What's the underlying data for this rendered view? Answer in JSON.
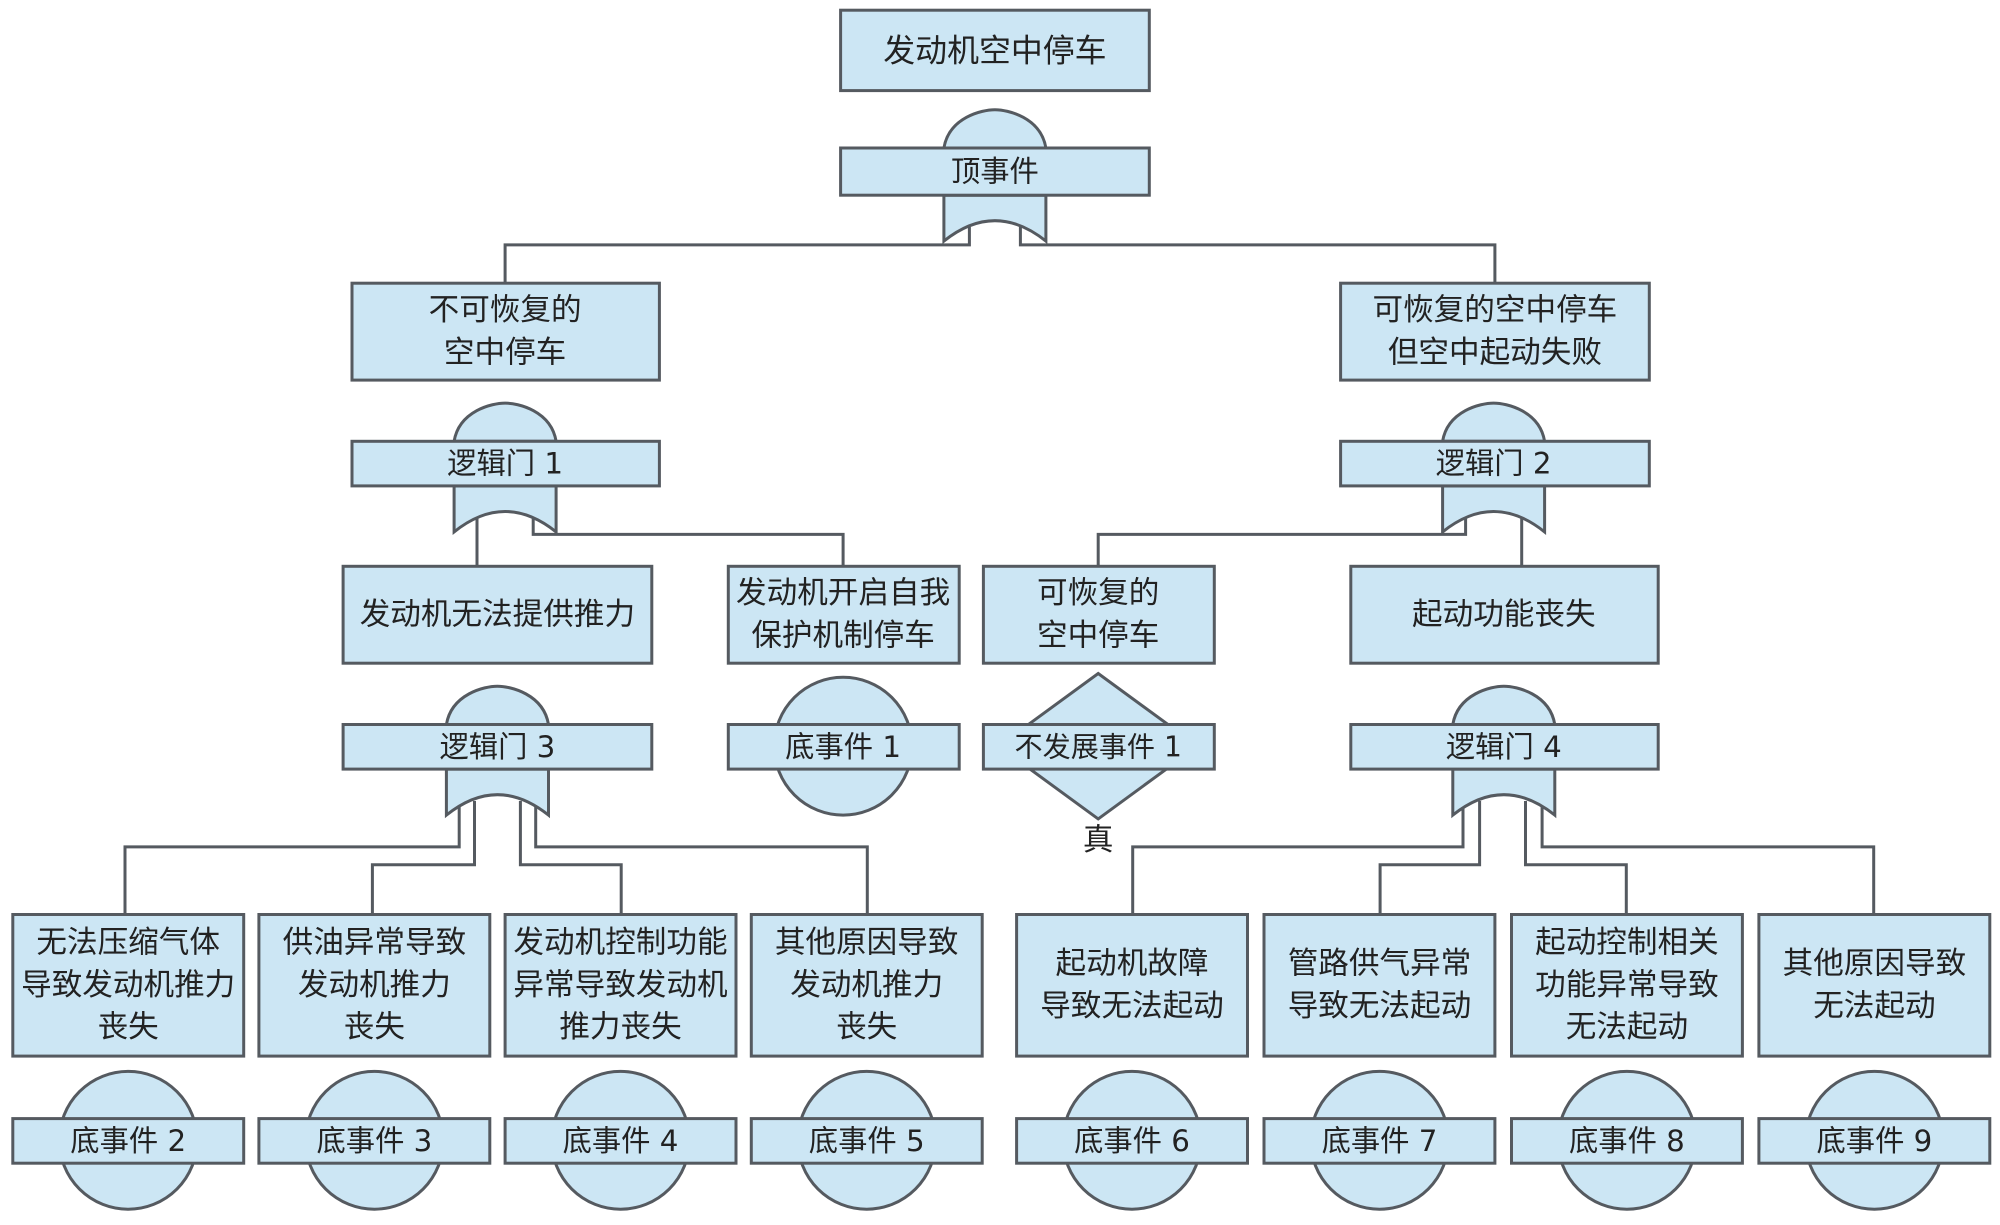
{
  "colors": {
    "fill": "#cce6f4",
    "stroke": "#555a60",
    "text": "#222222"
  },
  "top_event": {
    "label": "发动机空中停车",
    "gate_label": "顶事件"
  },
  "branch_left": {
    "lines": [
      "不可恢复的",
      "空中停车"
    ],
    "gate_label": "逻辑门 1"
  },
  "branch_right": {
    "lines": [
      "可恢复的空中停车",
      "但空中起动失败"
    ],
    "gate_label": "逻辑门 2"
  },
  "mid_events": [
    {
      "lines": [
        "发动机无法提供推力"
      ],
      "gate_label": "逻辑门 3"
    },
    {
      "lines": [
        "发动机开启自我",
        "保护机制停车"
      ],
      "basic_label": "底事件 1"
    },
    {
      "lines": [
        "可恢复的",
        "空中停车"
      ],
      "undeveloped_label": "不发展事件 1",
      "result_label": "真"
    },
    {
      "lines": [
        "起动功能丧失"
      ],
      "gate_label": "逻辑门 4"
    }
  ],
  "leaf_events": [
    {
      "lines": [
        "无法压缩气体",
        "导致发动机推力",
        "丧失"
      ],
      "basic_label": "底事件 2"
    },
    {
      "lines": [
        "供油异常导致",
        "发动机推力",
        "丧失"
      ],
      "basic_label": "底事件 3"
    },
    {
      "lines": [
        "发动机控制功能",
        "异常导致发动机",
        "推力丧失"
      ],
      "basic_label": "底事件 4"
    },
    {
      "lines": [
        "其他原因导致",
        "发动机推力",
        "丧失"
      ],
      "basic_label": "底事件 5"
    },
    {
      "lines": [
        "起动机故障",
        "导致无法起动"
      ],
      "basic_label": "底事件 6"
    },
    {
      "lines": [
        "管路供气异常",
        "导致无法起动"
      ],
      "basic_label": "底事件 7"
    },
    {
      "lines": [
        "起动控制相关",
        "功能异常导致",
        "无法起动"
      ],
      "basic_label": "底事件 8"
    },
    {
      "lines": [
        "其他原因导致",
        "无法起动"
      ],
      "basic_label": "底事件 9"
    }
  ]
}
